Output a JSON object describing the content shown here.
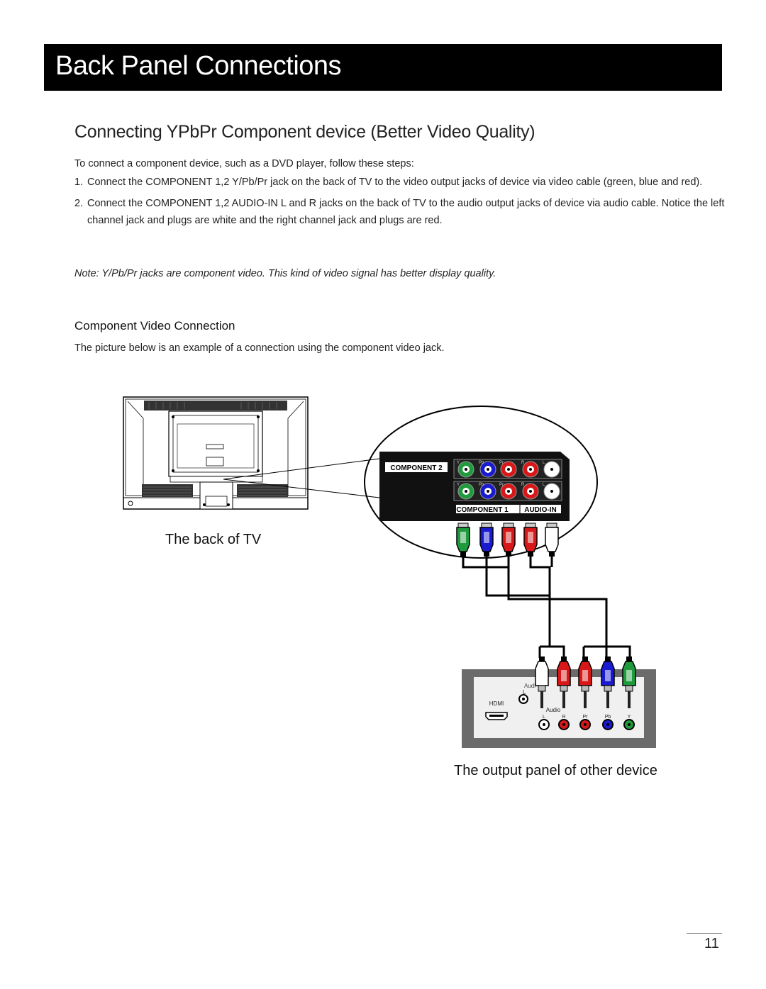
{
  "header": {
    "title": "Back Panel Connections"
  },
  "section": {
    "title": "Connecting YPbPr Component device (Better Video Quality)",
    "intro": "To  connect a component device, such as a DVD player, follow these steps:",
    "steps": [
      {
        "num": "1.",
        "text": "Connect the COMPONENT 1,2 Y/Pb/Pr jack on the back of TV to the video output jacks of device via video cable (green, blue and red)."
      },
      {
        "num": "2.",
        "text": "Connect the COMPONENT 1,2 AUDIO-IN L and R jacks on the back of TV to the audio output jacks of device via audio cable. Notice the left channel jack and plugs are white and the right channel jack and plugs are red."
      }
    ],
    "note": "Note: Y/Pb/Pr jacks are component video. This kind of video signal has better display quality."
  },
  "subsection": {
    "title": "Component Video Connection",
    "text": "The picture below is an example of a connection using the component video jack."
  },
  "diagram": {
    "tv_caption": "The back of TV",
    "device_caption": "The output panel of other device",
    "tv_panel": {
      "component2_label": "COMPONENT 2",
      "component1_label": "COMPONENT 1",
      "audio_in_label": "AUDIO-IN",
      "jack_labels": [
        "Y",
        "Pb",
        "Pr",
        "R",
        "L"
      ]
    },
    "device_panel": {
      "hdmi_label": "HDMI",
      "audio_label": "Audio",
      "audio_top_label": "Audi",
      "l_label": "L",
      "jack_labels": [
        "L",
        "R",
        "Pr",
        "Pb",
        "Y"
      ]
    },
    "colors": {
      "green": "#1f9a3c",
      "blue": "#1a1ad0",
      "red": "#d81818",
      "white": "#ffffff",
      "panel_gray": "#6b6b6b",
      "panel_light": "#f0f0f0"
    }
  },
  "page": {
    "number": "11"
  }
}
